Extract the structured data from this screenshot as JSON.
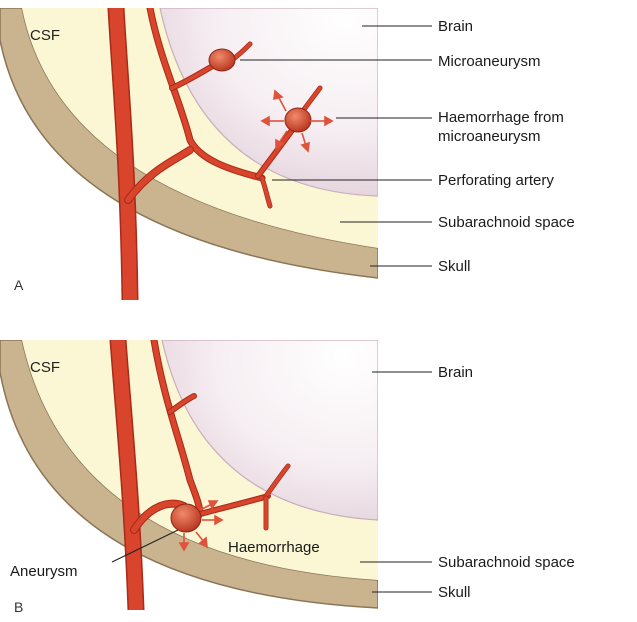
{
  "panels": [
    {
      "letter": "A",
      "region_label": "CSF",
      "labels": {
        "brain": "Brain",
        "microaneurysm": "Microaneurysm",
        "haemorrhage_line1": "Haemorrhage from",
        "haemorrhage_line2": "microaneurysm",
        "perforating_artery": "Perforating artery",
        "subarachnoid_space": "Subarachnoid space",
        "skull": "Skull"
      }
    },
    {
      "letter": "B",
      "region_label": "CSF",
      "labels": {
        "brain": "Brain",
        "haemorrhage": "Haemorrhage",
        "aneurysm": "Aneurysm",
        "subarachnoid_space": "Subarachnoid space",
        "skull": "Skull"
      }
    }
  ],
  "colors": {
    "skull": "#c9b48f",
    "skull_edge": "#8a7556",
    "csf": "#fbf6d3",
    "brain": "#f1e8ee",
    "artery": "#d8452c",
    "artery_dark": "#a82a17",
    "background": "#ffffff"
  }
}
